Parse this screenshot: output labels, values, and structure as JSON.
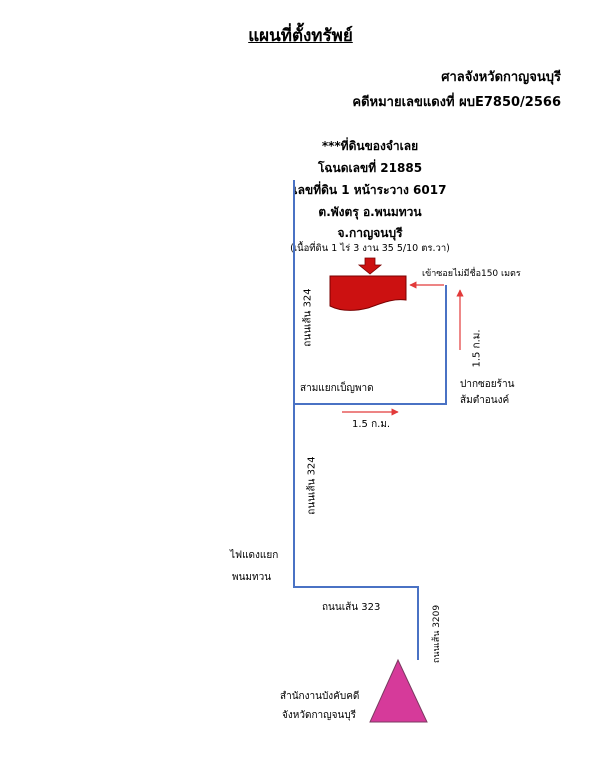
{
  "title": "แผนที่ตั้งทรัพย์",
  "header": {
    "court": "ศาลจังหวัดกาญจนบุรี",
    "case_no": "คดีหมายเลขแดงที่ ผบE7850/2566"
  },
  "property": {
    "owner": "***ที่ดินของจำเลย",
    "deed": "โฉนดเลขที่ 21885",
    "land_no": "เลขที่ดิน 1 หน้าระวาง 6017",
    "location": "ต.พังตรุ อ.พนมทวน",
    "province": "จ.กาญจนบุรี",
    "area": "(เนื้อที่ดิน 1 ไร่ 3 งาน 35  5/10 ตร.วา)"
  },
  "labels": {
    "soi_entry": "เข้าซอยไม่มีชื่อ150 เมตร",
    "road_324_top": "ถนนเส้น 324",
    "road_324_mid": "ถนนเส้น 324",
    "dist_right": "1.5 ก.ม.",
    "dist_bottom": "1.5 ก.ม.",
    "junction": "สามแยกเบ็ญพาด",
    "soi_mouth_1": "ปากซอยร้าน",
    "soi_mouth_2": "ส้มตำอนงค์",
    "traffic_light_1": "ไฟแดงแยก",
    "traffic_light_2": "พนมทวน",
    "road_323": "ถนนเส้น 323",
    "road_3209": "ถนนเส้น 3209",
    "office_1": "สำนักงานบังคับคดี",
    "office_2": "จังหวัดกาญจนบุรี"
  },
  "colors": {
    "road": "#4a72c4",
    "arrow": "#e23a3a",
    "parcel": "#cc1111",
    "marker": "#d63a9a"
  }
}
